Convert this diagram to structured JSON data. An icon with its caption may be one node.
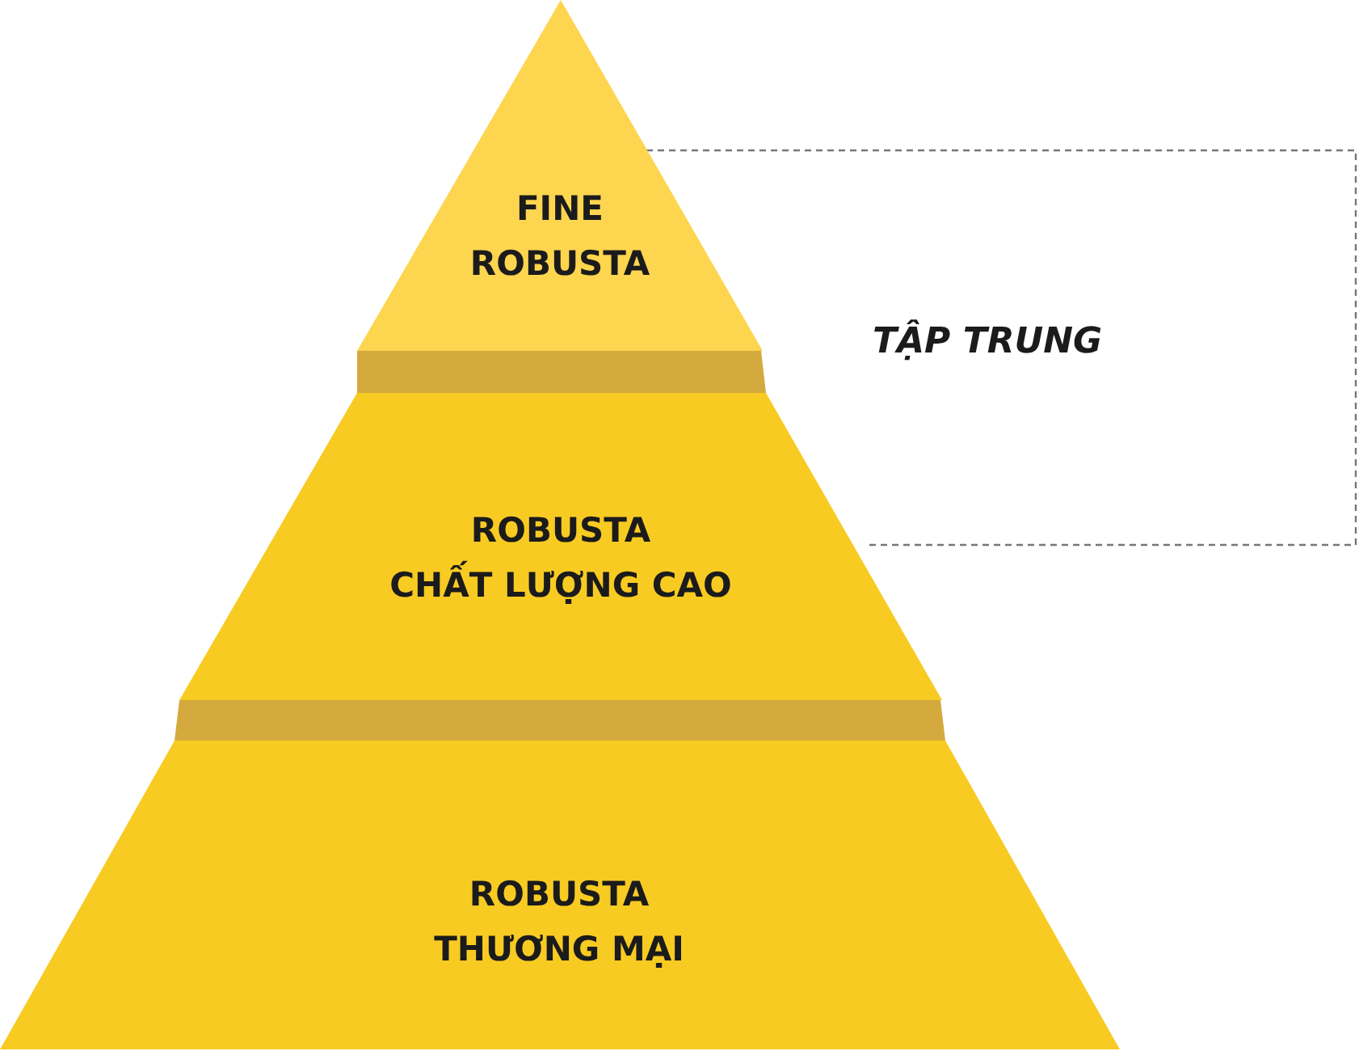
{
  "diagram": {
    "nodes": [
      {
        "text": [
          "FINE ROBUSTA"
        ]
      },
      {
        "text": [
          "ROBUSTA CHẤT LƯỢNG CAO"
        ]
      },
      {
        "text": [
          "ROBUSTA THƯƠNG MẠI"
        ]
      }
    ],
    "labels": [
      "TẬP TRUNG"
    ]
  }
}
